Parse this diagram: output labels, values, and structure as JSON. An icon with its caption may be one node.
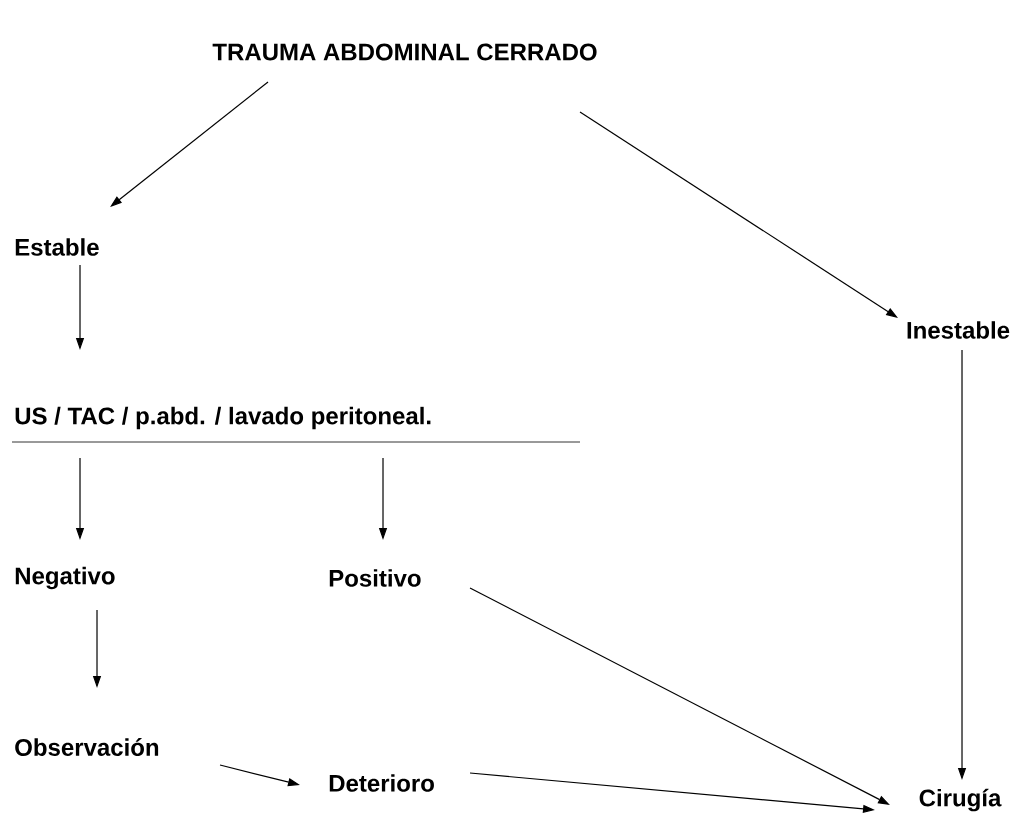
{
  "diagram": {
    "nodes": [
      {
        "text": [
          "TRAUMA ABDOMINAL CERRADO"
        ]
      },
      {
        "text": [
          "Estable"
        ]
      },
      {
        "text": [
          "Inestable"
        ]
      },
      {
        "text": [
          "US / TAC / p.abd. / lavado peritoneal."
        ]
      },
      {
        "text": [
          "Negativo"
        ]
      },
      {
        "text": [
          "Positivo"
        ]
      },
      {
        "text": [
          "Observación"
        ]
      },
      {
        "text": [
          "Deterioro"
        ]
      },
      {
        "text": [
          "Cirugía"
        ]
      }
    ],
    "edges": [
      {
        "from": 0,
        "to": 1,
        "arrow": "to"
      },
      {
        "from": 0,
        "to": 2,
        "arrow": "to"
      },
      {
        "from": 1,
        "to": 3,
        "arrow": "to"
      },
      {
        "from": 3,
        "to": 4,
        "arrow": "to"
      },
      {
        "from": 3,
        "to": 5,
        "arrow": "to"
      },
      {
        "from": 4,
        "to": 6,
        "arrow": "to"
      },
      {
        "from": 6,
        "to": 7,
        "arrow": "to"
      },
      {
        "from": 7,
        "to": 8,
        "arrow": "to"
      },
      {
        "from": 5,
        "to": 8,
        "arrow": "to"
      },
      {
        "from": 2,
        "to": 8,
        "arrow": "to"
      }
    ]
  }
}
